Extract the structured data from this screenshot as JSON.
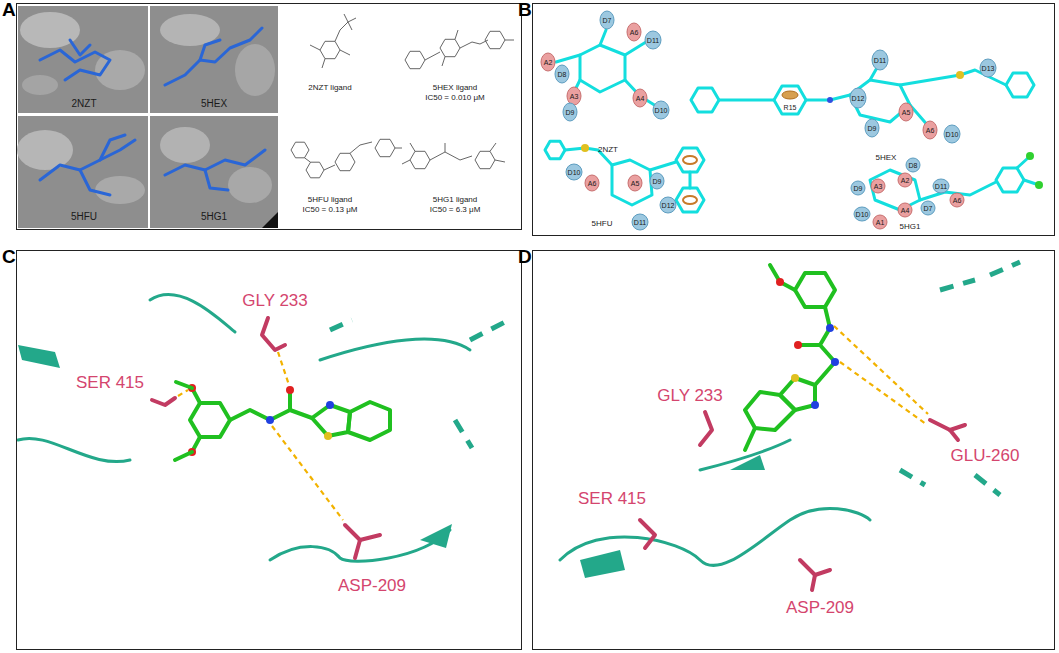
{
  "diagram": {
    "nodes": [
      {
        "text": [
          "A"
        ]
      },
      {
        "text": [
          "B"
        ]
      },
      {
        "text": [
          "C"
        ]
      },
      {
        "text": [
          "D"
        ]
      }
    ],
    "labels": [
      "2NZT",
      "5HEX",
      "5HFU",
      "5HG1",
      "2NZT ligand",
      "5HEX ligand",
      "IC50 = 0.010 μM",
      "5HFU ligand",
      "IC50 = 0.13 μM",
      "5HG1 ligand",
      "IC50 = 6.3 μM",
      "D7",
      "A6",
      "D11",
      "A2",
      "D8",
      "A3",
      "D9",
      "A4",
      "D10",
      "2NZT",
      "R15",
      "D11",
      "D12",
      "D9",
      "A5",
      "A6",
      "D10",
      "D13",
      "5HEX",
      "D10",
      "A6",
      "A5",
      "D9",
      "D11",
      "D12",
      "5HFU",
      "D8",
      "A2",
      "D9",
      "A3",
      "D11",
      "D10",
      "A1",
      "A4",
      "D7",
      "A6",
      "5HG1",
      "GLY 233",
      "SER 415",
      "ASP-209",
      "GLY 233",
      "GLU-260",
      "SER 415",
      "ASP-209"
    ]
  }
}
